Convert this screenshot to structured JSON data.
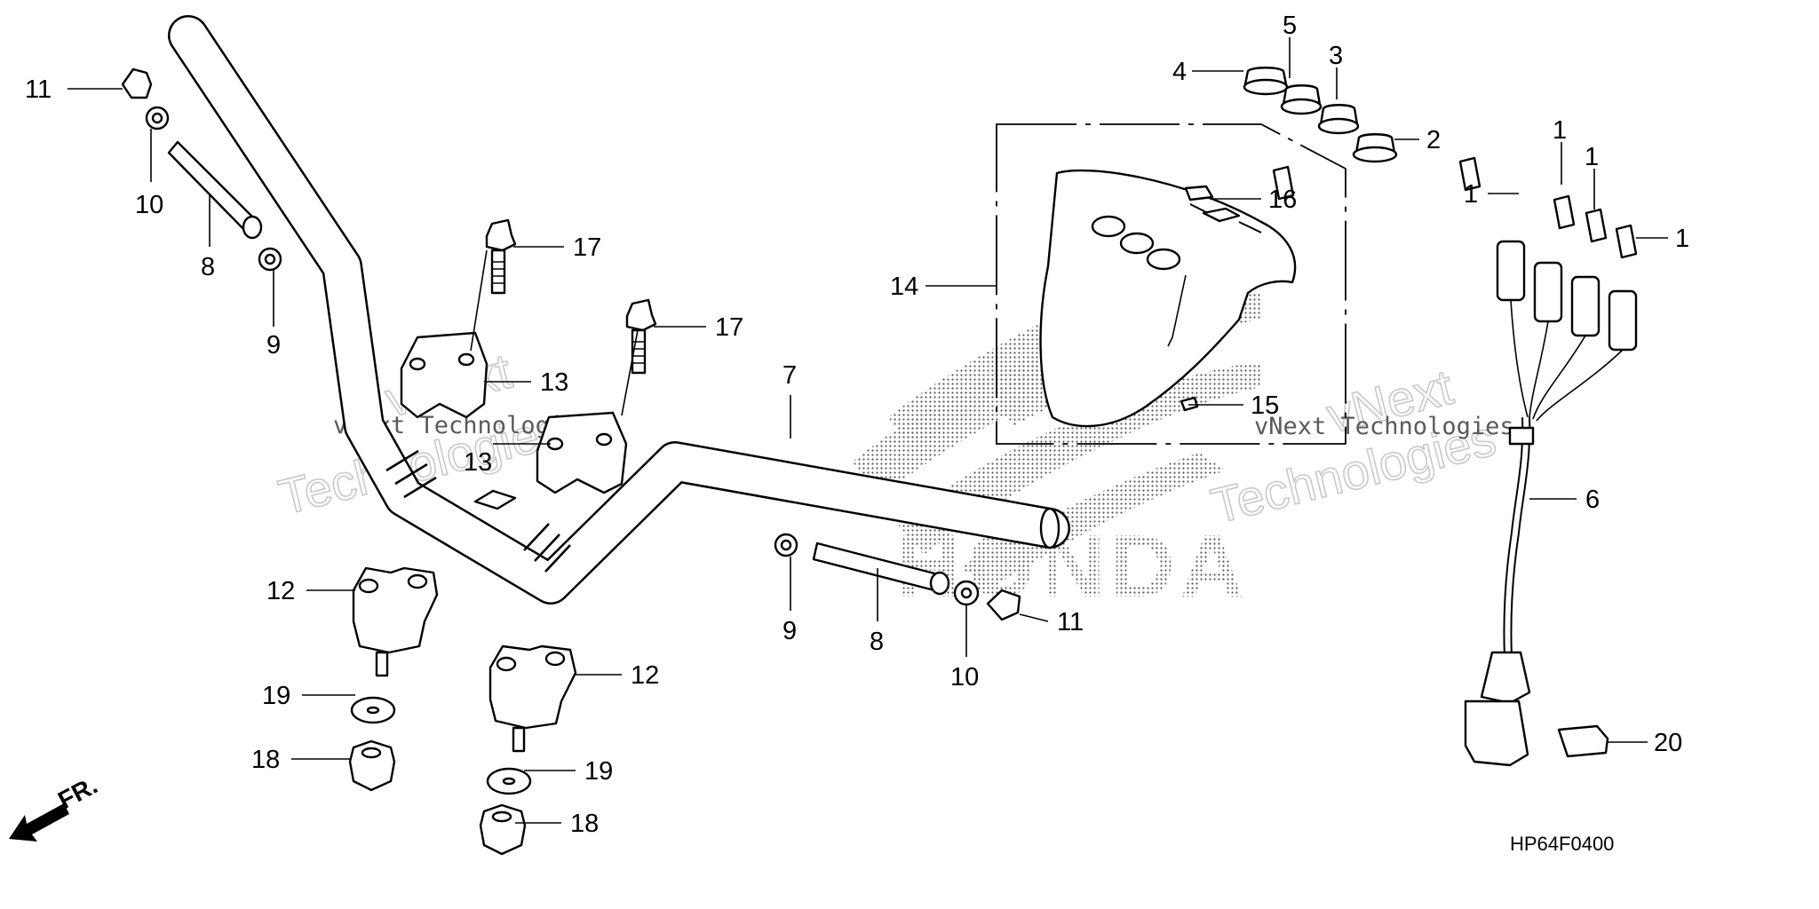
{
  "diagram": {
    "diagram_code": "HP64F0400",
    "front_marker": "FR.",
    "brand_mark": "HONDA",
    "watermark_line1": "vNext",
    "watermark_line2": "Technologies",
    "watermark_inline": "vNext Technologies",
    "callouts": {
      "c1a": "1",
      "c1b": "1",
      "c1c": "1",
      "c1d": "1",
      "c2": "2",
      "c3": "3",
      "c4": "4",
      "c5": "5",
      "c6": "6",
      "c7": "7",
      "c8a": "8",
      "c8b": "8",
      "c9a": "9",
      "c9b": "9",
      "c10a": "10",
      "c10b": "10",
      "c11a": "11",
      "c11b": "11",
      "c12a": "12",
      "c12b": "12",
      "c13a": "13",
      "c13b": "13",
      "c14": "14",
      "c15": "15",
      "c16": "16",
      "c17a": "17",
      "c17b": "17",
      "c18a": "18",
      "c18b": "18",
      "c19a": "19",
      "c19b": "19",
      "c20": "20"
    }
  }
}
